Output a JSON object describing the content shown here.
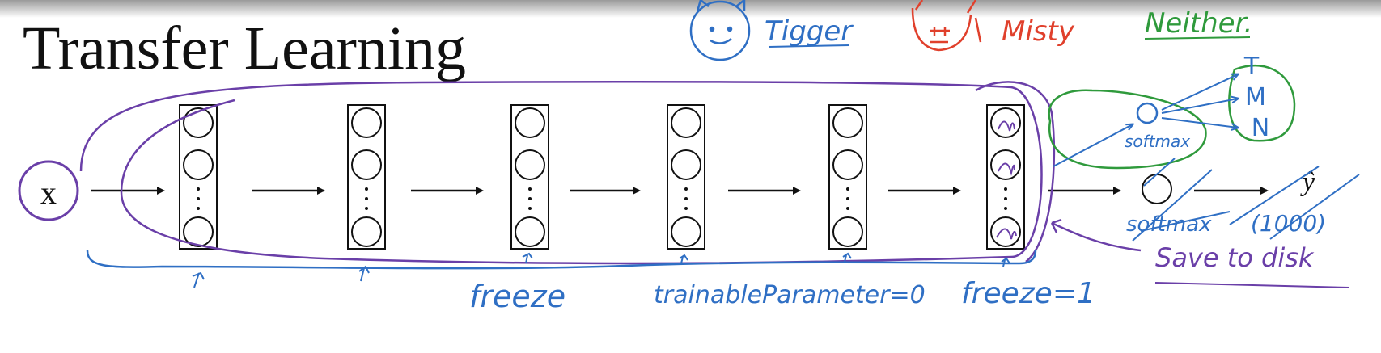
{
  "title": "Transfer Learning",
  "input_label": "x",
  "output_label": "ŷ",
  "classes": [
    {
      "name": "Tigger",
      "color": "#2f6fc4"
    },
    {
      "name": "Misty",
      "color": "#e0402c"
    },
    {
      "name": "Neither.",
      "color": "#2f9a3c"
    }
  ],
  "new_outputs": [
    "T",
    "M",
    "N"
  ],
  "labels": {
    "softmax_new": "softmax",
    "softmax_old": "softmax",
    "thousand": "(1000)",
    "save": "Save to disk",
    "freeze": "freeze",
    "trainable": "trainableParameter=0",
    "freeze_one": "freeze=1"
  },
  "colors": {
    "ink": "#111111",
    "blue": "#2f6fc4",
    "purple": "#6a3fa8",
    "green": "#2f9a3c",
    "red": "#e0402c"
  }
}
